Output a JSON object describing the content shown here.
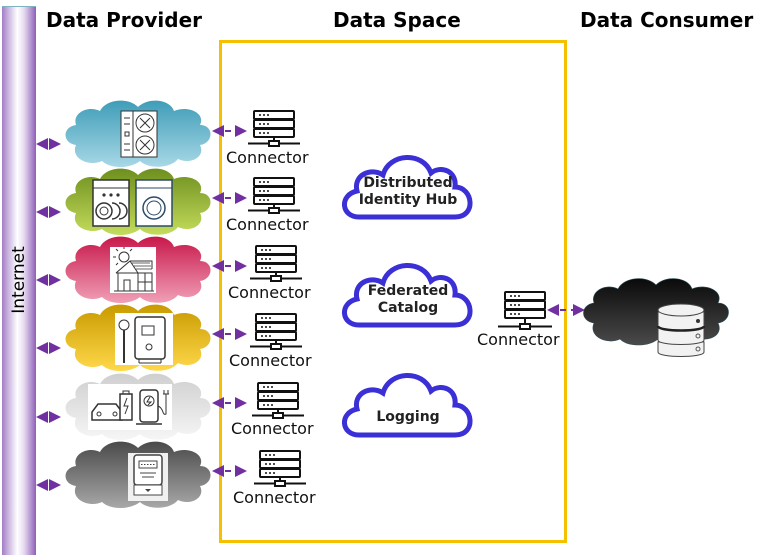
{
  "headings": {
    "provider": "Data Provider",
    "space": "Data Space",
    "consumer": "Data Consumer"
  },
  "internet": {
    "label": "Internet",
    "color": "#8e5fb8"
  },
  "colors": {
    "dataspace_border": "#f5c000",
    "arrow": "#7030a0",
    "service_cloud_stroke": "#3b2fd6"
  },
  "providers": [
    {
      "id": "hvac",
      "icon": "hvac-unit-icon",
      "cloud_top": "#3f9db8",
      "cloud_bottom": "#a8d8e6",
      "connector_label": "Connector"
    },
    {
      "id": "appliances",
      "icon": "dishwasher-washing-machine-icon",
      "cloud_top": "#6e8f1e",
      "cloud_bottom": "#c4dc5c",
      "connector_label": "Connector"
    },
    {
      "id": "solar-house",
      "icon": "solar-house-icon",
      "cloud_top": "#c8184a",
      "cloud_bottom": "#f0a0b8",
      "connector_label": "Connector"
    },
    {
      "id": "water-heater",
      "icon": "water-heater-icon",
      "cloud_top": "#c89a00",
      "cloud_bottom": "#ffd84a",
      "connector_label": "Connector"
    },
    {
      "id": "ev-charging",
      "icon": "ev-charging-icon",
      "cloud_top": "#cfcfcf",
      "cloud_bottom": "#f6f6f6",
      "connector_label": "Connector"
    },
    {
      "id": "smart-meter",
      "icon": "smart-meter-icon",
      "cloud_top": "#4a4a4a",
      "cloud_bottom": "#a8a8a8",
      "connector_label": "Connector"
    }
  ],
  "services": [
    {
      "id": "identity-hub",
      "lines": [
        "Distributed",
        "Identity Hub"
      ]
    },
    {
      "id": "catalog",
      "lines": [
        "Federated",
        "Catalog"
      ]
    },
    {
      "id": "logging",
      "lines": [
        "Logging"
      ]
    }
  ],
  "consumer": {
    "connector_label": "Connector",
    "icon": "database-icon",
    "cloud_top": "#0a0a0a",
    "cloud_bottom": "#4a4a4a"
  }
}
